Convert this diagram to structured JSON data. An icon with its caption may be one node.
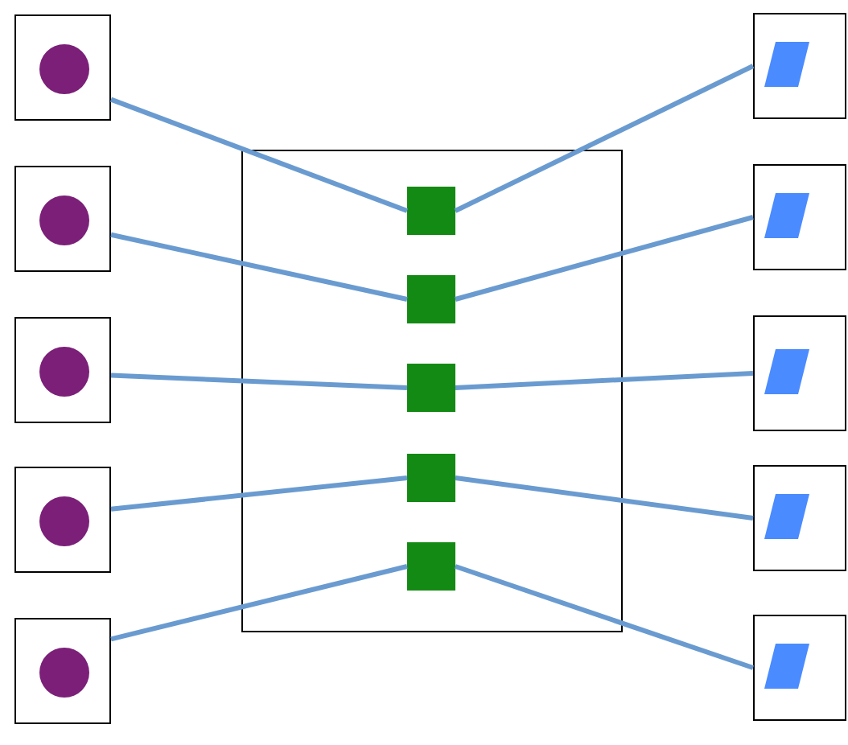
{
  "diagram": {
    "nodes": [
      {
        "text": [],
        "shape": "box"
      },
      {
        "text": [],
        "shape": "box"
      },
      {
        "text": [],
        "shape": "box"
      },
      {
        "text": [],
        "shape": "box"
      },
      {
        "text": [],
        "shape": "box"
      },
      {
        "text": [],
        "shape": "box"
      },
      {
        "text": [],
        "shape": "square",
        "in": 5
      },
      {
        "text": [],
        "shape": "square",
        "in": 5
      },
      {
        "text": [],
        "shape": "square",
        "in": 5
      },
      {
        "text": [],
        "shape": "square",
        "in": 5
      },
      {
        "text": [],
        "shape": "square",
        "in": 5
      },
      {
        "text": [],
        "shape": "box"
      },
      {
        "text": [],
        "shape": "box"
      },
      {
        "text": [],
        "shape": "box"
      },
      {
        "text": [],
        "shape": "box"
      },
      {
        "text": [],
        "shape": "box"
      }
    ],
    "edges": [
      {
        "from": 0,
        "to": 6,
        "arrow": "none"
      },
      {
        "from": 1,
        "to": 7,
        "arrow": "none"
      },
      {
        "from": 2,
        "to": 8,
        "arrow": "none"
      },
      {
        "from": 3,
        "to": 9,
        "arrow": "none"
      },
      {
        "from": 4,
        "to": 10,
        "arrow": "none"
      },
      {
        "from": 6,
        "to": 11,
        "arrow": "none"
      },
      {
        "from": 7,
        "to": 12,
        "arrow": "none"
      },
      {
        "from": 8,
        "to": 13,
        "arrow": "none"
      },
      {
        "from": 9,
        "to": 14,
        "arrow": "none"
      },
      {
        "from": 10,
        "to": 15,
        "arrow": "none"
      }
    ]
  }
}
